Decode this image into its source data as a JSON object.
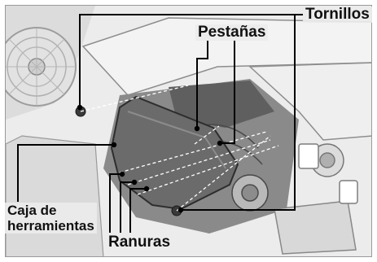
{
  "labels": {
    "screws": "Tornillos",
    "tabs": "Pestañas",
    "toolbox_line1": "Caja de",
    "toolbox_line2": "herramientas",
    "slots": "Ranuras"
  },
  "colors": {
    "background": "#e9e9e9",
    "engine_dark": "#5f5f5f",
    "toolbox_fill": "#6b6b6b",
    "callout": "#000000",
    "dashed_guides": "#ffffff"
  }
}
